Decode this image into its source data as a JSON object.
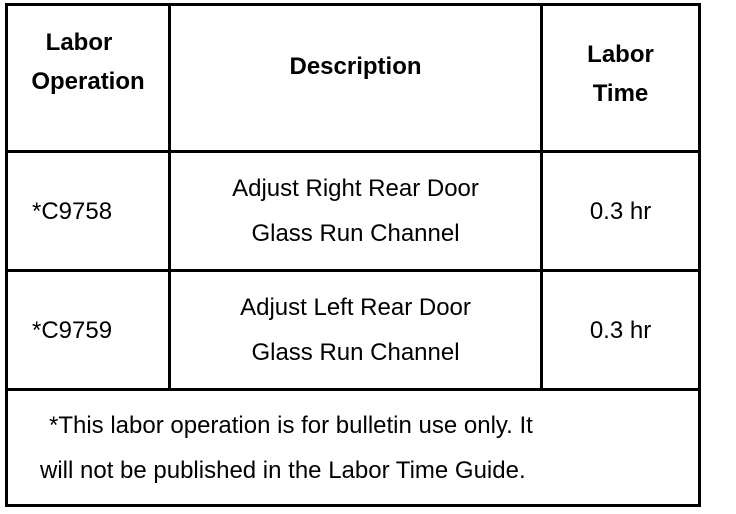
{
  "table": {
    "headers": {
      "operation_line1": "Labor",
      "operation_line2": "Operation",
      "description": "Description",
      "time_line1": "Labor",
      "time_line2": "Time"
    },
    "rows": [
      {
        "operation": "*C9758",
        "description_line1": "Adjust Right Rear Door",
        "description_line2": "Glass Run Channel",
        "time": "0.3 hr"
      },
      {
        "operation": "*C9759",
        "description_line1": "Adjust Left Rear Door",
        "description_line2": "Glass Run Channel",
        "time": "0.3 hr"
      }
    ],
    "footnote_line1": "*This labor operation is for bulletin use only. It",
    "footnote_line2": "will not be published in the Labor Time Guide."
  }
}
